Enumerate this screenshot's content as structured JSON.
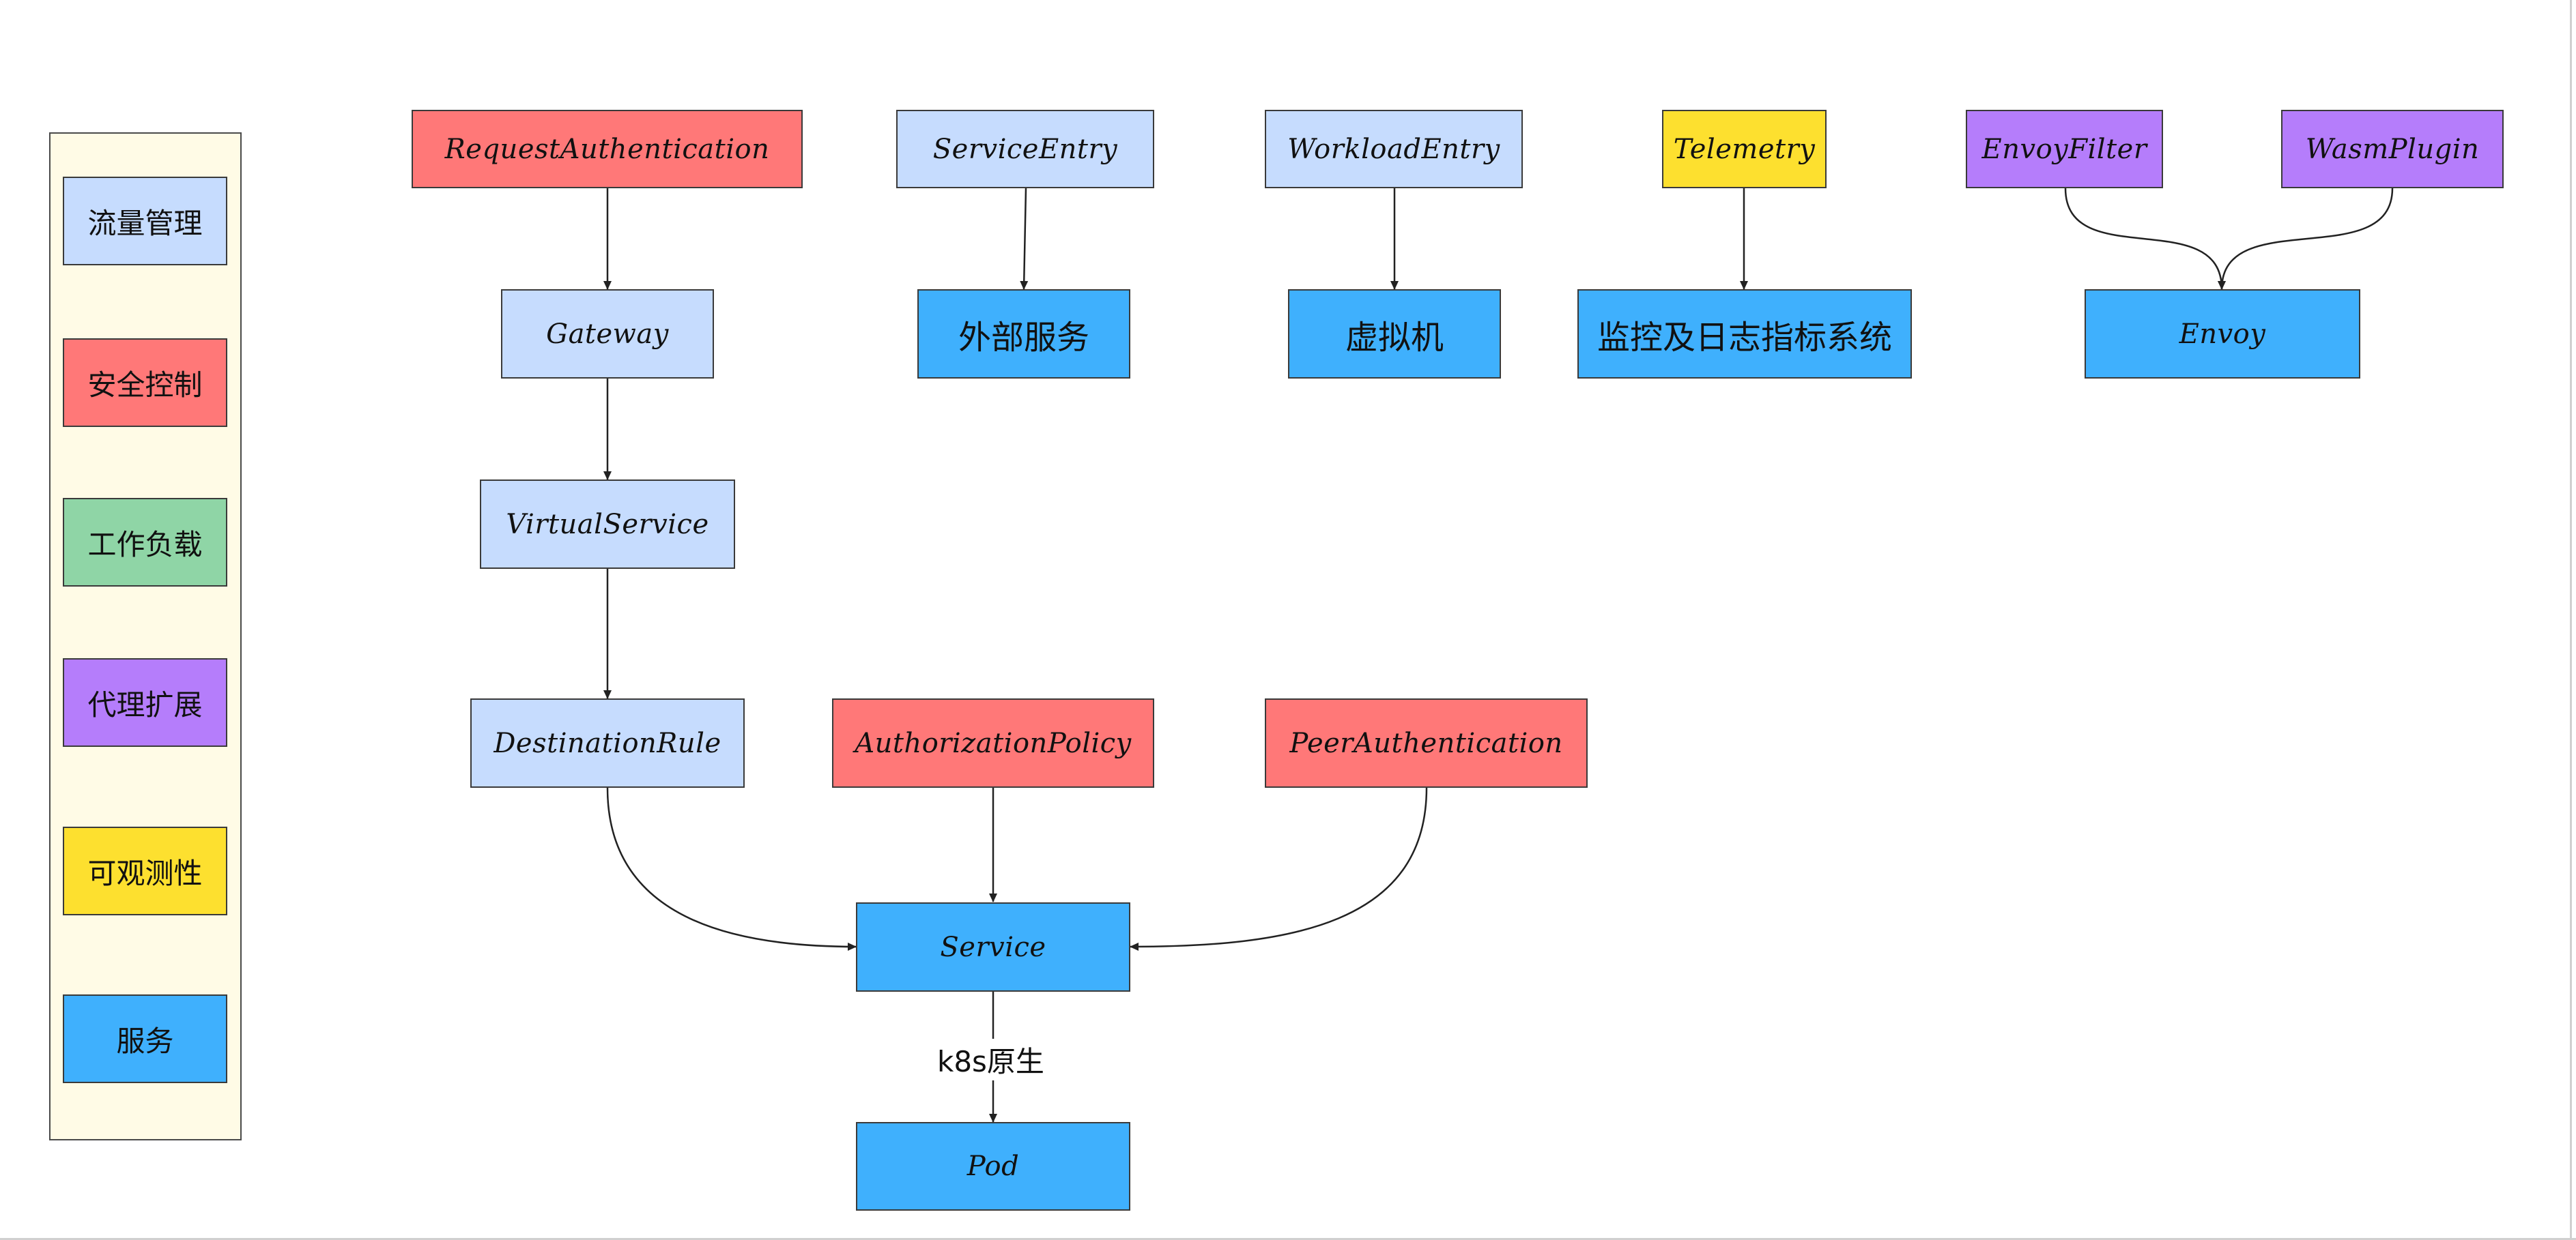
{
  "colors": {
    "traffic": "#c6dcfe",
    "security": "#ff7878",
    "workload": "#8fd5a6",
    "proxy": "#b57dfb",
    "observability": "#fde02f",
    "service": "#3fb0fd",
    "legend_bg": "#fffbe6"
  },
  "legend": [
    {
      "label": "流量管理",
      "color": "traffic"
    },
    {
      "label": "安全控制",
      "color": "security"
    },
    {
      "label": "工作负载",
      "color": "workload"
    },
    {
      "label": "代理扩展",
      "color": "proxy"
    },
    {
      "label": "可观测性",
      "color": "observability"
    },
    {
      "label": "服务",
      "color": "service"
    }
  ],
  "nodes": {
    "request_authentication": "RequestAuthentication",
    "gateway": "Gateway",
    "virtual_service": "VirtualService",
    "destination_rule": "DestinationRule",
    "service_entry": "ServiceEntry",
    "external_service": "外部服务",
    "workload_entry": "WorkloadEntry",
    "virtual_machine": "虚拟机",
    "telemetry": "Telemetry",
    "monitoring_system": "监控及日志指标系统",
    "envoy_filter": "EnvoyFilter",
    "wasm_plugin": "WasmPlugin",
    "envoy": "Envoy",
    "authorization_policy": "AuthorizationPolicy",
    "peer_authentication": "PeerAuthentication",
    "service": "Service",
    "pod": "Pod"
  },
  "edge_labels": {
    "k8s_native": "k8s原生"
  }
}
